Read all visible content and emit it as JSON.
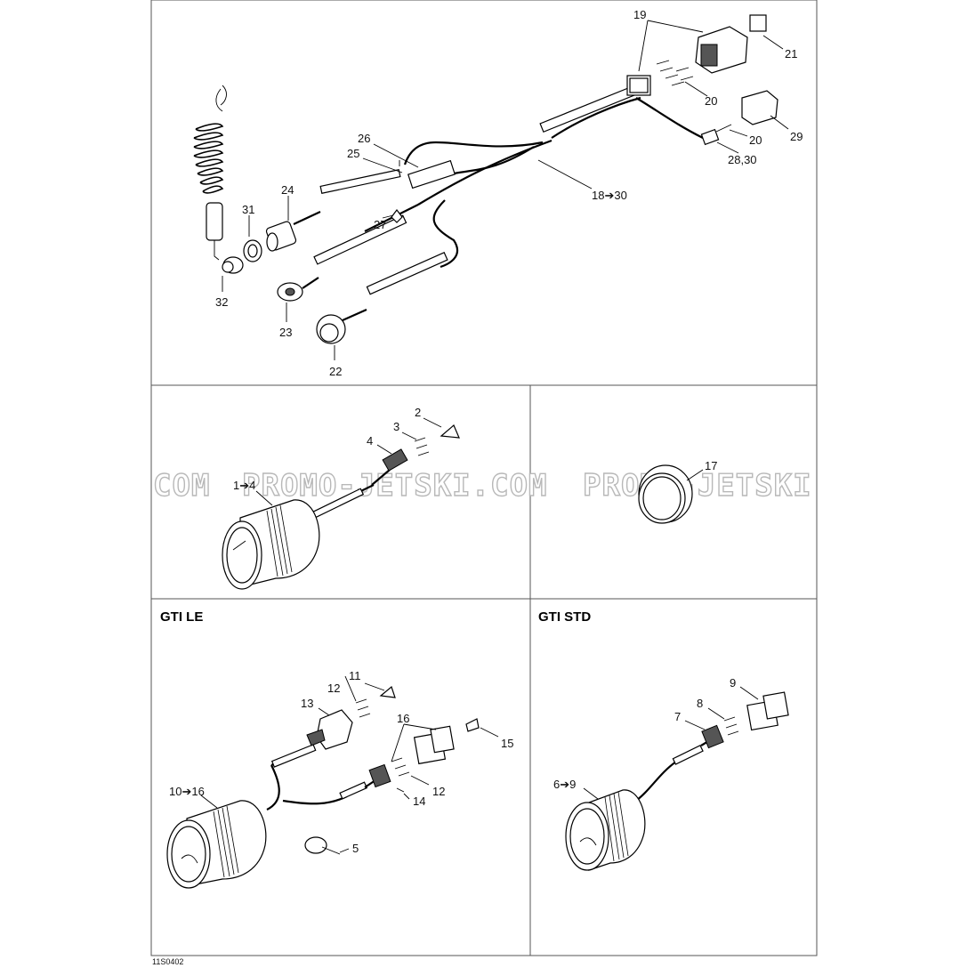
{
  "watermarks": [
    "COM",
    "PROMO-JETSKI.COM",
    "PROMO-JETSKI"
  ],
  "sections": {
    "gti_le": "GTI LE",
    "gti_std": "GTI STD"
  },
  "labels": {
    "p19": "19",
    "p21": "21",
    "p20a": "20",
    "p20b": "20",
    "p29": "29",
    "p26": "26",
    "p25": "25",
    "p18_30": "18➔30",
    "p28_30": "28,30",
    "p24": "24",
    "p31": "31",
    "p27": "27",
    "p32": "32",
    "p23": "23",
    "p22": "22",
    "p2": "2",
    "p3": "3",
    "p4": "4",
    "p1_4": "1➔4",
    "p17": "17",
    "p11": "11",
    "p12a": "12",
    "p13": "13",
    "p16": "16",
    "p15": "15",
    "p12b": "12",
    "p14": "14",
    "p10_16": "10➔16",
    "p5": "5",
    "p9": "9",
    "p8": "8",
    "p7": "7",
    "p6_9": "6➔9"
  },
  "diagram_code": "11S0402"
}
